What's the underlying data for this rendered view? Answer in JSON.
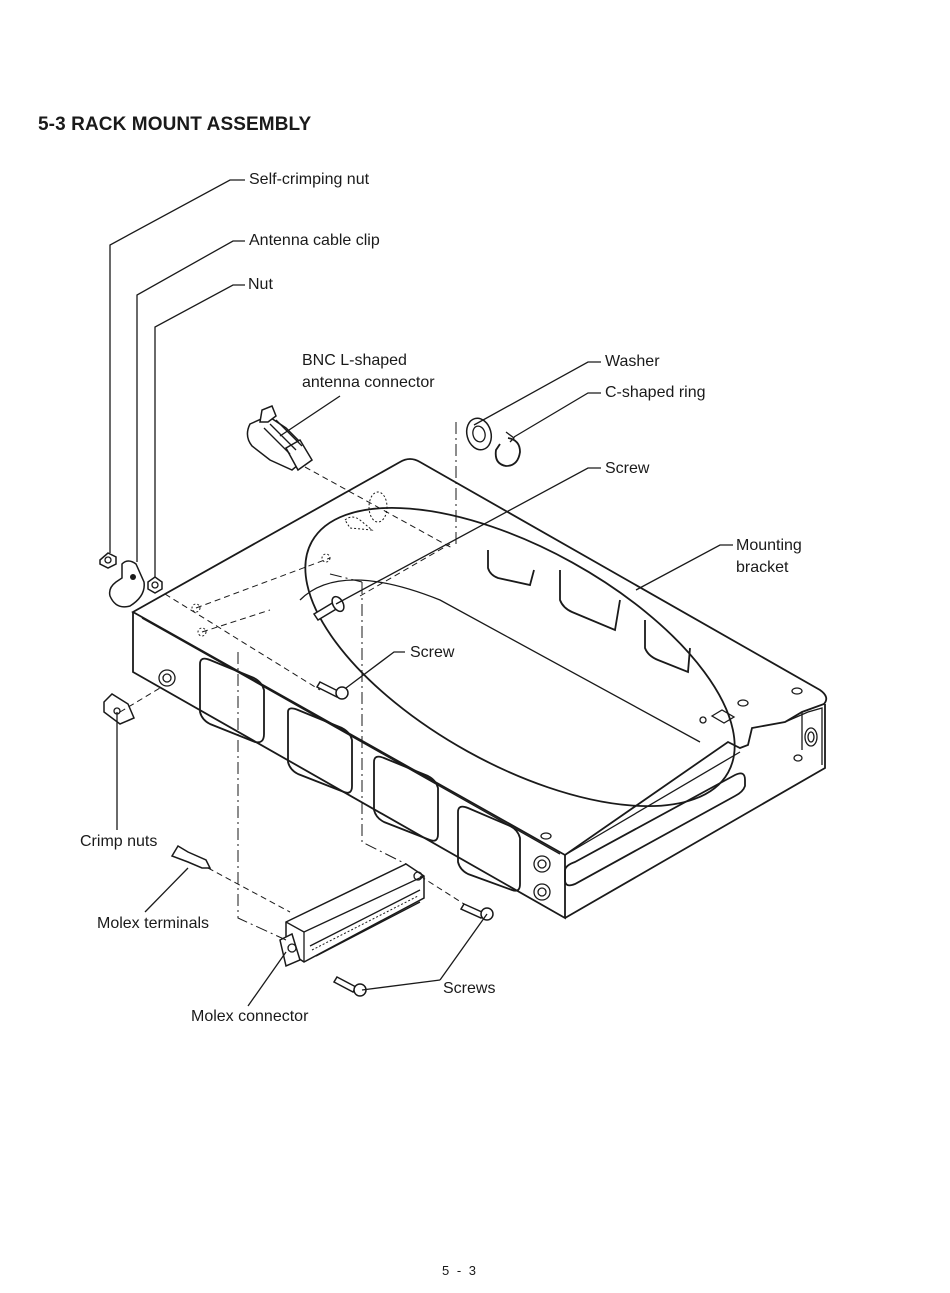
{
  "section_title": "5-3 RACK MOUNT ASSEMBLY",
  "labels": {
    "self_crimping_nut": "Self-crimping nut",
    "antenna_cable_clip": "Antenna cable clip",
    "nut": "Nut",
    "bnc_line1": "BNC L-shaped",
    "bnc_line2": "antenna connector",
    "washer": "Washer",
    "c_ring": "C-shaped ring",
    "screw_top": "Screw",
    "mounting_line1": "Mounting",
    "mounting_line2": "bracket",
    "screw_mid": "Screw",
    "crimp_nuts": "Crimp nuts",
    "molex_terminals": "Molex terminals",
    "screws": "Screws",
    "molex_connector": "Molex connector"
  },
  "page_number": "5 - 3"
}
